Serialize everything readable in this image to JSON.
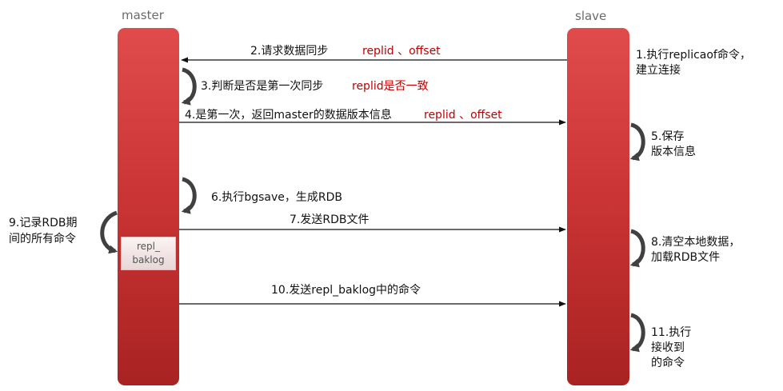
{
  "lifelines": {
    "master": "master",
    "slave": "slave"
  },
  "buffer": {
    "line1": "repl_",
    "line2": "baklog"
  },
  "steps": {
    "s1": {
      "line1": "1.执行replicaof命令，",
      "line2": "建立连接"
    },
    "s2": {
      "text": "2.请求数据同步",
      "params": "replid 、offset"
    },
    "s3": {
      "text": "3.判断是否是第一次同步",
      "params": "replid是否一致"
    },
    "s4": {
      "text": "4.是第一次，返回master的数据版本信息",
      "params": "replid 、offset"
    },
    "s5": {
      "line1": "5.保存",
      "line2": "版本信息"
    },
    "s6": {
      "text": "6.执行bgsave，生成RDB"
    },
    "s7": {
      "text": "7.发送RDB文件"
    },
    "s8": {
      "line1": "8.清空本地数据，",
      "line2": "加载RDB文件"
    },
    "s9": {
      "line1": "9.记录RDB期",
      "line2": "间的所有命令"
    },
    "s10": {
      "text": "10.发送repl_baklog中的命令"
    },
    "s11": {
      "line1": "11.执行",
      "line2": "接收到",
      "line3": "的命令"
    }
  },
  "colors": {
    "lifeline_top": "#e04b4b",
    "lifeline_bottom": "#a92222",
    "param_text": "#c00000",
    "self_loop_arrow": "#404040"
  }
}
